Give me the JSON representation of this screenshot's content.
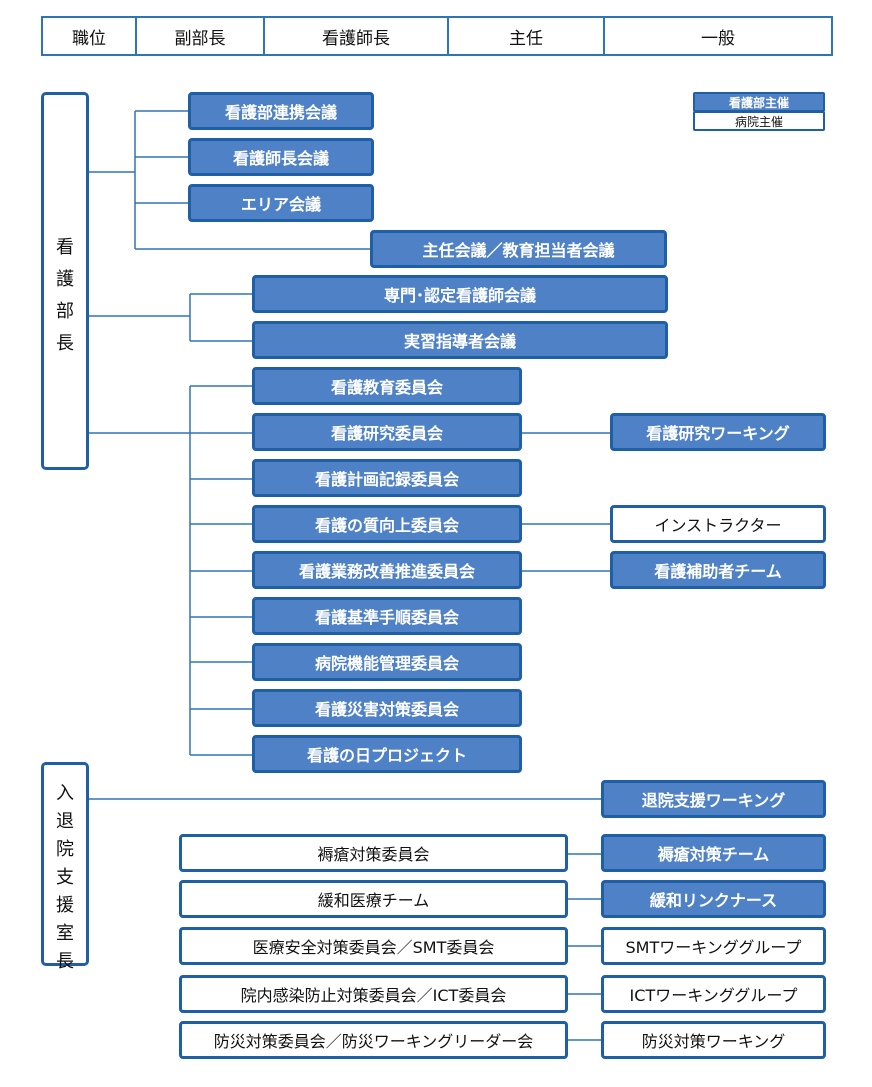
{
  "header": {
    "columns": [
      "職位",
      "副部長",
      "看護師長",
      "主任",
      "一般"
    ]
  },
  "legend": {
    "nursing_dept": "看護部主催",
    "hospital": "病院主催"
  },
  "roots": {
    "nursing_director": [
      "看",
      "護",
      "部",
      "長"
    ],
    "discharge_office": [
      "入",
      "退",
      "院",
      "支",
      "援",
      "室",
      "長"
    ]
  },
  "nodes": {
    "renkei": "看護部連携会議",
    "shichou": "看護師長会議",
    "area": "エリア会議",
    "shunin": "主任会議／教育担当者会議",
    "senmon": "専門･認定看護師会議",
    "jisshu": "実習指導者会議",
    "kyouiku": "看護教育委員会",
    "kenkyu": "看護研究委員会",
    "keikaku": "看護計画記録委員会",
    "shitsu": "看護の質向上委員会",
    "gyoumu": "看護業務改善推進委員会",
    "kijun": "看護基準手順委員会",
    "kinou": "病院機能管理委員会",
    "saigai": "看護災害対策委員会",
    "hi": "看護の日プロジェクト",
    "kenkyu_wg": "看護研究ワーキング",
    "instructor": "インストラクター",
    "hojo": "看護補助者チーム",
    "taiin_wg": "退院支援ワーキング",
    "jokuso": "褥瘡対策委員会",
    "jokuso_team": "褥瘡対策チーム",
    "kanwa": "緩和医療チーム",
    "kanwa_link": "緩和リンクナース",
    "anzen": "医療安全対策委員会／SMT委員会",
    "smt_wg": "SMTワーキンググループ",
    "kansen": "院内感染防止対策委員会／ICT委員会",
    "ict_wg": "ICTワーキンググループ",
    "bousai": "防災対策委員会／防災ワーキングリーダー会",
    "bousai_wg": "防災対策ワーキング"
  },
  "colors": {
    "line": "#2e75b6",
    "fill": "#4f81c7",
    "border": "#1f5fa5"
  }
}
